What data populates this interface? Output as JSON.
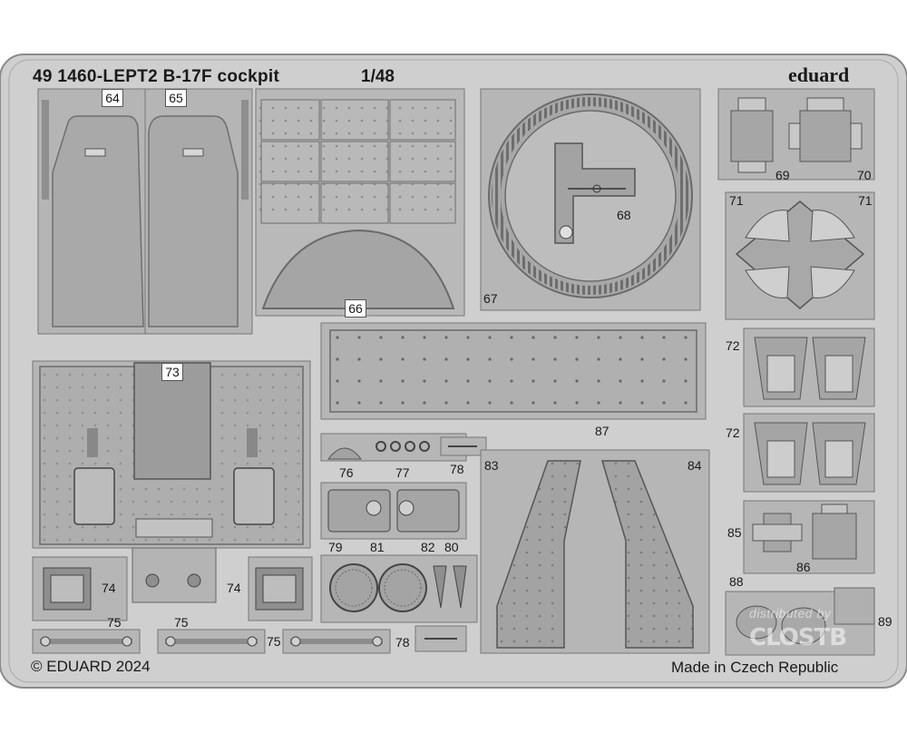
{
  "sheet": {
    "title": "49 1460-LEPT2  B-17F cockpit",
    "scale": "1/48",
    "brand": "eduard",
    "copyright": "© EDUARD 2024",
    "made_in": "Made in Czech Republic",
    "watermark_top": "distributed by",
    "watermark_logo": "CLOSTB"
  },
  "colors": {
    "fret": "#cdcdcd",
    "fret_edge": "#8a8a8a",
    "part": "#b3b3b3",
    "part_dark": "#9b9b9b",
    "part_light": "#dcdcdc",
    "rivet": "#4a4a4a"
  },
  "part_numbers": {
    "p64": "64",
    "p65": "65",
    "p66": "66",
    "p67": "67",
    "p68": "68",
    "p69": "69",
    "p70": "70",
    "p71a": "71",
    "p71b": "71",
    "p72a": "72",
    "p72b": "72",
    "p73": "73",
    "p74a": "74",
    "p74b": "74",
    "p75a": "75",
    "p75b": "75",
    "p75c": "75",
    "p76": "76",
    "p77": "77",
    "p78a": "78",
    "p78b": "78",
    "p79": "79",
    "p80": "80",
    "p81": "81",
    "p82": "82",
    "p83": "83",
    "p84": "84",
    "p85": "85",
    "p86": "86",
    "p87": "87",
    "p88": "88",
    "p89": "89"
  }
}
